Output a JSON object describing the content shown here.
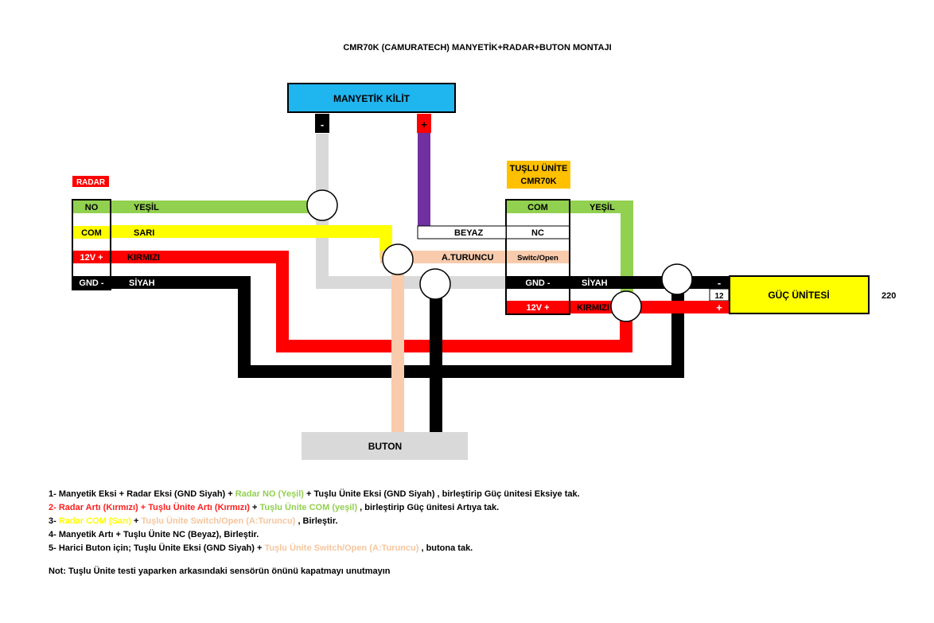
{
  "title": "CMR70K (CAMURATECH) MANYETİK+RADAR+BUTON MONTAJI",
  "colors": {
    "green": "#92d050",
    "yellow": "#ffff00",
    "red": "#ff0000",
    "black": "#000000",
    "gray": "#d9d9d9",
    "purple": "#7030a0",
    "peach": "#f8cbad",
    "cyan": "#1fb5ef",
    "orange": "#ffc000",
    "power_yellow": "#ffff00"
  },
  "manyetik": {
    "label": "MANYETİK KİLİT",
    "minus": "-",
    "plus": "+"
  },
  "radar": {
    "label": "RADAR",
    "rows": [
      {
        "terminal": "NO",
        "wire": "YEŞİL"
      },
      {
        "terminal": "COM",
        "wire": "SARI"
      },
      {
        "terminal": "12V +",
        "wire": "KIRMIZI"
      },
      {
        "terminal": "GND -",
        "wire": "SİYAH"
      }
    ]
  },
  "tuslu": {
    "label_line1": "TUŞLU ÜNİTE",
    "label_line2": "CMR70K",
    "rows": [
      {
        "terminal": "COM",
        "wire": "YEŞİL"
      },
      {
        "terminal": "NC",
        "wire": "BEYAZ"
      },
      {
        "terminal": "Switc/Open",
        "wire": "A.TURUNCU"
      },
      {
        "terminal": "GND -",
        "wire": "SİYAH"
      },
      {
        "terminal": "12V +",
        "wire": "KIRMIZI"
      }
    ]
  },
  "guc": {
    "label": "GÜÇ ÜNİTESİ",
    "minus": "-",
    "volt": "12",
    "plus": "+",
    "ac": "220"
  },
  "buton": {
    "label": "BUTON"
  },
  "notes": {
    "n1": {
      "a": "1- Manyetik Eksi + Radar Eksi (GND Siyah) + ",
      "b": "Radar NO (Yeşil)",
      "c": " + Tuşlu Ünite Eksi (GND Siyah) , birleştirip Güç ünitesi Eksiye tak."
    },
    "n2": {
      "a": "2- Radar Artı (Kırmızı) + Tuşlu Ünite Artı (Kırmızı)",
      "b": " + ",
      "c": "Tuşlu Ünite COM (yeşil)",
      "d": " , birleştirip Güç ünitesi Artıya tak."
    },
    "n3": {
      "a": "3- ",
      "b": "Radar COM (Sarı)",
      "c": " + ",
      "d": "Tuşlu Ünite Switch/Open (A:Turuncu)",
      "e": " , Birleştir."
    },
    "n4": "4- Manyetik Artı + Tuşlu Ünite NC (Beyaz), Birleştir.",
    "n5": {
      "a": "5- Harici Buton için; Tuşlu Ünite Eksi (GND Siyah) + ",
      "b": "Tuşlu Ünite Switch/Open (A:Turuncu)",
      "c": " , butona tak."
    },
    "not": "Not: Tuşlu Ünite testi yaparken arkasındaki sensörün önünü kapatmayı unutmayın"
  }
}
